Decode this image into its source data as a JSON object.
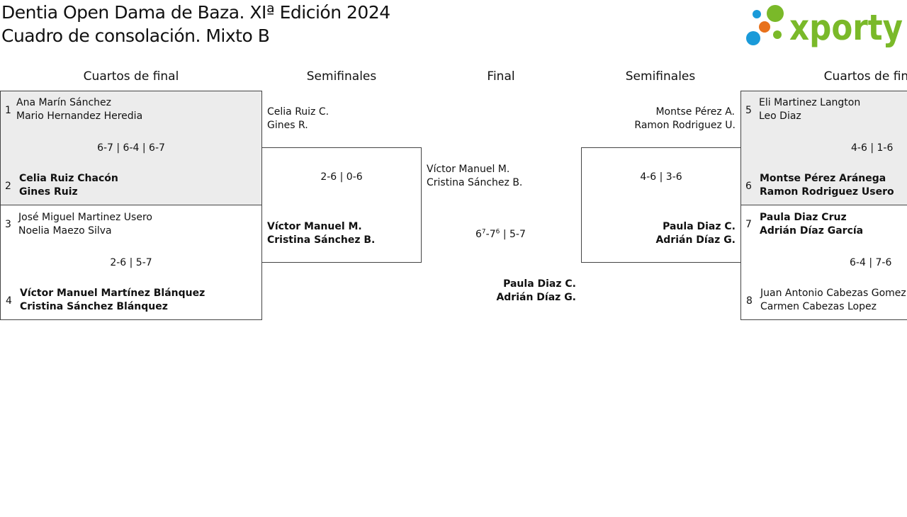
{
  "header": {
    "title_line1": "Dentia Open Dama de Baza. XIª Edición 2024",
    "title_line2": "Cuadro de consolación. Mixto B",
    "logo_text": "xporty"
  },
  "rounds": {
    "left_qf": "Cuartos de final",
    "left_sf": "Semifinales",
    "final": "Final",
    "right_sf": "Semifinales",
    "right_qf": "Cuartos de final"
  },
  "left_qf": {
    "match1": {
      "seed_a": "1",
      "a1": "Ana Marín Sánchez",
      "a2": "Mario Hernandez Heredia",
      "score": "6-7 | 6-4 | 6-7",
      "seed_b": "2",
      "b1": "Celia Ruiz Chacón",
      "b2": "Gines Ruiz",
      "winner": "b"
    },
    "match2": {
      "seed_a": "3",
      "a1": "José Miguel Martinez Usero",
      "a2": "Noelia Maezo Silva",
      "score": "2-6 | 5-7",
      "seed_b": "4",
      "b1": "Víctor Manuel Martínez Blánquez",
      "b2": "Cristina Sánchez Blánquez",
      "winner": "b"
    }
  },
  "left_sf": {
    "a1": "Celia Ruiz C.",
    "a2": "Gines R.",
    "score": "2-6 | 0-6",
    "b1": "Víctor Manuel M.",
    "b2": "Cristina Sánchez B.",
    "winner": "b"
  },
  "final": {
    "a1": "Víctor Manuel M.",
    "a2": "Cristina Sánchez B.",
    "score_set1_a": "6",
    "score_set1_a_tb": "7",
    "score_set1_sep": "-",
    "score_set1_b": "7",
    "score_set1_b_tb": "6",
    "score_rest": " | 5-7",
    "b1": "Paula Diaz C.",
    "b2": "Adrián Díaz G.",
    "winner": "b"
  },
  "right_sf": {
    "a1": "Montse Pérez A.",
    "a2": "Ramon Rodriguez U.",
    "score": "4-6 | 3-6",
    "b1": "Paula Diaz C.",
    "b2": "Adrián Díaz G.",
    "winner": "b"
  },
  "right_qf": {
    "match1": {
      "seed_a": "5",
      "a1": "Eli Martinez Langton",
      "a2": "Leo Diaz",
      "score": "4-6 | 1-6",
      "seed_b": "6",
      "b1": "Montse Pérez Aránega",
      "b2": "Ramon Rodriguez Usero",
      "winner": "b"
    },
    "match2": {
      "seed_a": "7",
      "a1": "Paula Diaz Cruz",
      "a2": "Adrián Díaz García",
      "score": "6-4 | 7-6",
      "seed_b": "8",
      "b1": "Juan Antonio Cabezas Gomez",
      "b2": "Carmen Cabezas Lopez",
      "winner": "a"
    }
  },
  "colors": {
    "shade": "#ececec",
    "logo_green": "#7ab929",
    "logo_blue": "#1a9ad9",
    "logo_orange": "#e8711c"
  }
}
